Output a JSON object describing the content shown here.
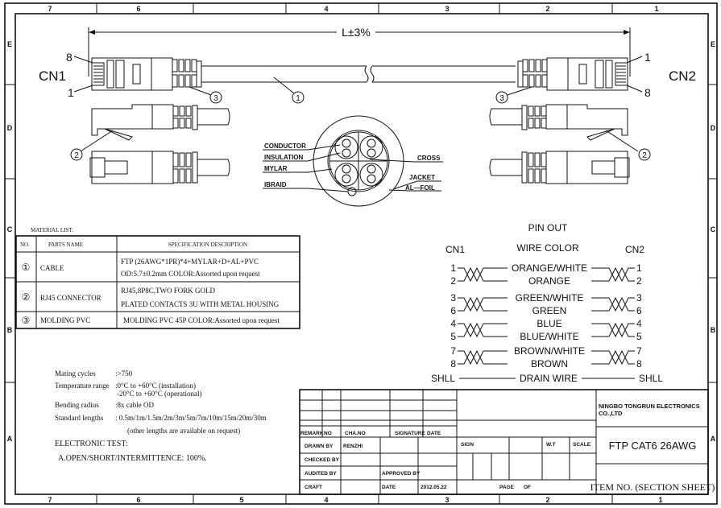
{
  "frame": {
    "columns": [
      "7",
      "6",
      "4",
      "3",
      "2",
      "1"
    ],
    "columns_bottom": [
      "7",
      "6",
      "5",
      "4",
      "3",
      "2",
      "1"
    ],
    "rows": [
      "E",
      "D",
      "C",
      "B",
      "A"
    ]
  },
  "drawing": {
    "length_label": "L±3%",
    "cn1": "CN1",
    "cn2": "CN2",
    "pin8": "8",
    "pin1": "1",
    "callout1": "1",
    "callout2": "2",
    "callout3": "3"
  },
  "cross_section": {
    "conductor": "CONDUCTOR",
    "insulation": "INSULATION",
    "mylar": "MYLAR",
    "braid": "IBRAID",
    "cross": "CROSS",
    "jacket": "JACKET",
    "foil": "AL—FOIL"
  },
  "material_list": {
    "title": "MATERIAL LIST:",
    "headers": [
      "NO.",
      "PARTS NAME",
      "SPECIFICATION DESCRIPTION"
    ],
    "rows": [
      {
        "no": "①",
        "name": "CABLE",
        "spec1": "FTP (26AWG*1PR)*4+MYLAR+D+AL+PVC",
        "spec2": "OD:5.7±0.2mm COLOR:Assorted upon request"
      },
      {
        "no": "②",
        "name": "RJ45 CONNECTOR",
        "spec1": "RJ45,8P8C,TWO FORK GOLD",
        "spec2": "PLATED CONTACTS 3U WITH METAL HOUSING"
      },
      {
        "no": "③",
        "name": "MOLDING PVC",
        "spec1": "MOLDING  PVC  45P  COLOR:Assorted upon request"
      }
    ]
  },
  "specs": {
    "mating_label": "Mating cycles",
    "mating_value": ":>750",
    "temp_label": "Temperature range",
    "temp_value1": ":0°C to +60°C (installation)",
    "temp_value2": "-20°C to +60°C (operational)",
    "bend_label": "Bending radius",
    "bend_value": ":8x cable OD",
    "length_label": "Standard lengths",
    "length_value": ": 0.5m/1m/1.5m/2m/3m/5m/7m/10m/15m/20m/30m",
    "length_note": "(other lengths are available on request)",
    "test_title": "ELECTRONIC TEST:",
    "test_value": "A.OPEN/SHORT/INTERMITTENCE: 100%."
  },
  "pinout": {
    "title": "PIN OUT",
    "cn1": "CN1",
    "wire_color": "WIRE  COLOR",
    "cn2": "CN2",
    "pairs": [
      {
        "a": "1",
        "b": "2",
        "color_a": "ORANGE/WHITE",
        "color_b": "ORANGE"
      },
      {
        "a": "3",
        "b": "6",
        "color_a": "GREEN/WHITE",
        "color_b": "GREEN"
      },
      {
        "a": "4",
        "b": "5",
        "color_a": "BLUE",
        "color_b": "BLUE/WHITE"
      },
      {
        "a": "7",
        "b": "8",
        "color_a": "BROWN/WHITE",
        "color_b": "BROWN"
      }
    ],
    "shield_left": "SHLL",
    "drain": "DRAIN  WIRE",
    "shield_right": "SHLL"
  },
  "title_block": {
    "remark": "REMARK",
    "no": "NO",
    "cha_no": "CHA.NO",
    "signature": "SIGNATURE",
    "date": "DATE",
    "drawn_by": "DRAWN BY",
    "drawn_name": "RENZHI",
    "checked_by": "CHECKED BY",
    "audited_by": "AUDITED BY",
    "approved_by": "APPROVED BY",
    "craft": "CRAFT",
    "date_label": "DATE",
    "date_value": "2012.05.22",
    "sign": "SIGN",
    "wt": "W.T",
    "scale": "SCALE",
    "page": "PAGE",
    "of": "OF",
    "company1": "NINGBO TONGRUN ELECTRONICS",
    "company2": "CO.,LTD",
    "product": "FTP CAT6   26AWG",
    "item_no": "ITEM NO. (SECTION SHEET)"
  }
}
